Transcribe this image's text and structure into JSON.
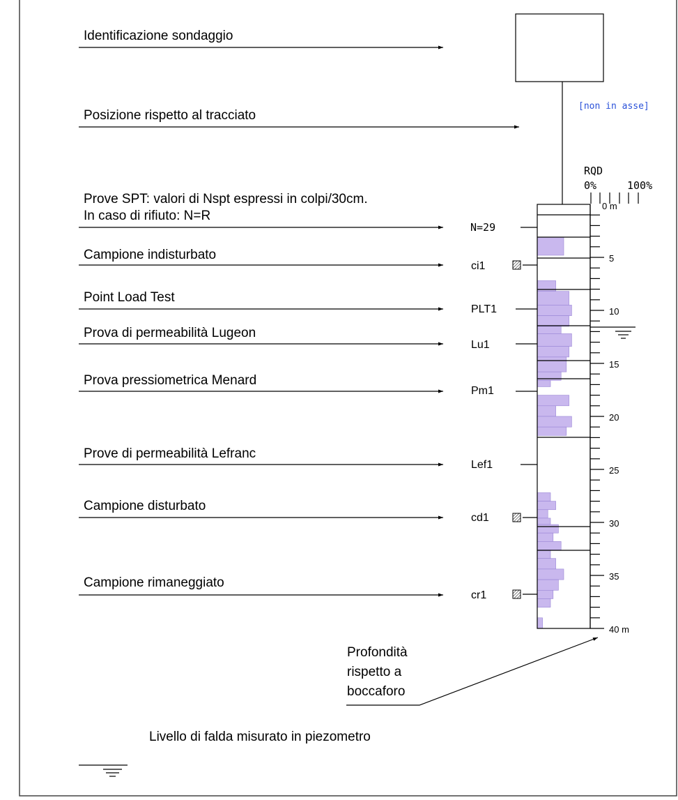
{
  "legend": {
    "borehole_id_label": "Identificazione sondaggio",
    "position_label": "Posizione rispetto al tracciato",
    "spt_label_line1": "Prove SPT: valori di Nspt espressi in colpi/30cm.",
    "spt_label_line2": "In caso di rifiuto: N=R",
    "undisturbed_label": "Campione indisturbato",
    "plt_label": "Point Load Test",
    "lugeon_label": "Prova di permeabilità Lugeon",
    "menard_label": "Prova pressiometrica Menard",
    "lefranc_label": "Prove di permeabilità Lefranc",
    "disturbed_label": "Campione disturbato",
    "remolded_label": "Campione rimaneggiato",
    "depth_label_line1": "Profondità",
    "depth_label_line2": "rispetto a",
    "depth_label_line3": "boccaforo",
    "water_level_label": "Livello di falda misurato in piezometro"
  },
  "column": {
    "position_note": "[non in asse]",
    "rqd_title": "RQD",
    "rqd_min": "0%",
    "rqd_max": "100%",
    "spt_value": "N=29",
    "undisturbed_code": "ci1",
    "plt_code": "PLT1",
    "lugeon_code": "Lu1",
    "menard_code": "Pm1",
    "lefranc_code": "Lef1",
    "disturbed_code": "cd1",
    "remolded_code": "cr1",
    "depth_ticks": [
      "0 m",
      "5",
      "10",
      "15",
      "20",
      "25",
      "30",
      "35",
      "40 m"
    ]
  },
  "colors": {
    "rqd_fill": "#c9b8ee",
    "rqd_stroke": "#9a86d6",
    "note_blue": "#2b52d9",
    "ink": "#000000"
  },
  "rqd_profile": [
    {
      "top": 3.1,
      "bottom": 4.8,
      "rqd": 50
    },
    {
      "top": 7.2,
      "bottom": 8.2,
      "rqd": 35
    },
    {
      "top": 8.2,
      "bottom": 9.5,
      "rqd": 60
    },
    {
      "top": 9.5,
      "bottom": 10.5,
      "rqd": 65
    },
    {
      "top": 10.5,
      "bottom": 11.5,
      "rqd": 60
    },
    {
      "top": 11.5,
      "bottom": 12.2,
      "rqd": 45
    },
    {
      "top": 12.2,
      "bottom": 13.4,
      "rqd": 65
    },
    {
      "top": 13.4,
      "bottom": 14.4,
      "rqd": 60
    },
    {
      "top": 14.4,
      "bottom": 15.8,
      "rqd": 55
    },
    {
      "top": 15.8,
      "bottom": 16.6,
      "rqd": 45
    },
    {
      "top": 16.6,
      "bottom": 17.2,
      "rqd": 25
    },
    {
      "top": 18.0,
      "bottom": 19.0,
      "rqd": 60
    },
    {
      "top": 19.0,
      "bottom": 20.0,
      "rqd": 35
    },
    {
      "top": 20.0,
      "bottom": 21.0,
      "rqd": 65
    },
    {
      "top": 21.0,
      "bottom": 21.8,
      "rqd": 55
    },
    {
      "top": 27.2,
      "bottom": 28.0,
      "rqd": 25
    },
    {
      "top": 28.0,
      "bottom": 28.8,
      "rqd": 35
    },
    {
      "top": 28.8,
      "bottom": 29.6,
      "rqd": 20
    },
    {
      "top": 29.6,
      "bottom": 30.2,
      "rqd": 25
    },
    {
      "top": 30.2,
      "bottom": 31.0,
      "rqd": 40
    },
    {
      "top": 31.0,
      "bottom": 31.8,
      "rqd": 30
    },
    {
      "top": 31.8,
      "bottom": 32.6,
      "rqd": 45
    },
    {
      "top": 32.6,
      "bottom": 33.4,
      "rqd": 25
    },
    {
      "top": 33.4,
      "bottom": 34.4,
      "rqd": 35
    },
    {
      "top": 34.4,
      "bottom": 35.4,
      "rqd": 50
    },
    {
      "top": 35.4,
      "bottom": 36.4,
      "rqd": 40
    },
    {
      "top": 36.4,
      "bottom": 37.2,
      "rqd": 30
    },
    {
      "top": 37.2,
      "bottom": 38.0,
      "rqd": 25
    },
    {
      "top": 39.0,
      "bottom": 40.0,
      "rqd": 10
    }
  ]
}
